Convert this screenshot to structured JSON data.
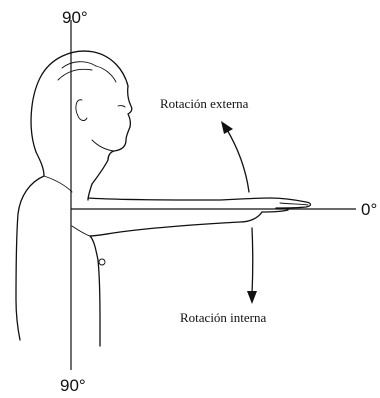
{
  "figure": {
    "labels": {
      "top_angle": "90°",
      "bottom_angle": "90°",
      "right_angle": "0°",
      "external_rotation": "Rotación externa",
      "internal_rotation": "Rotación interna"
    },
    "ink_color": "#111111",
    "background_color": "#ffffff"
  }
}
